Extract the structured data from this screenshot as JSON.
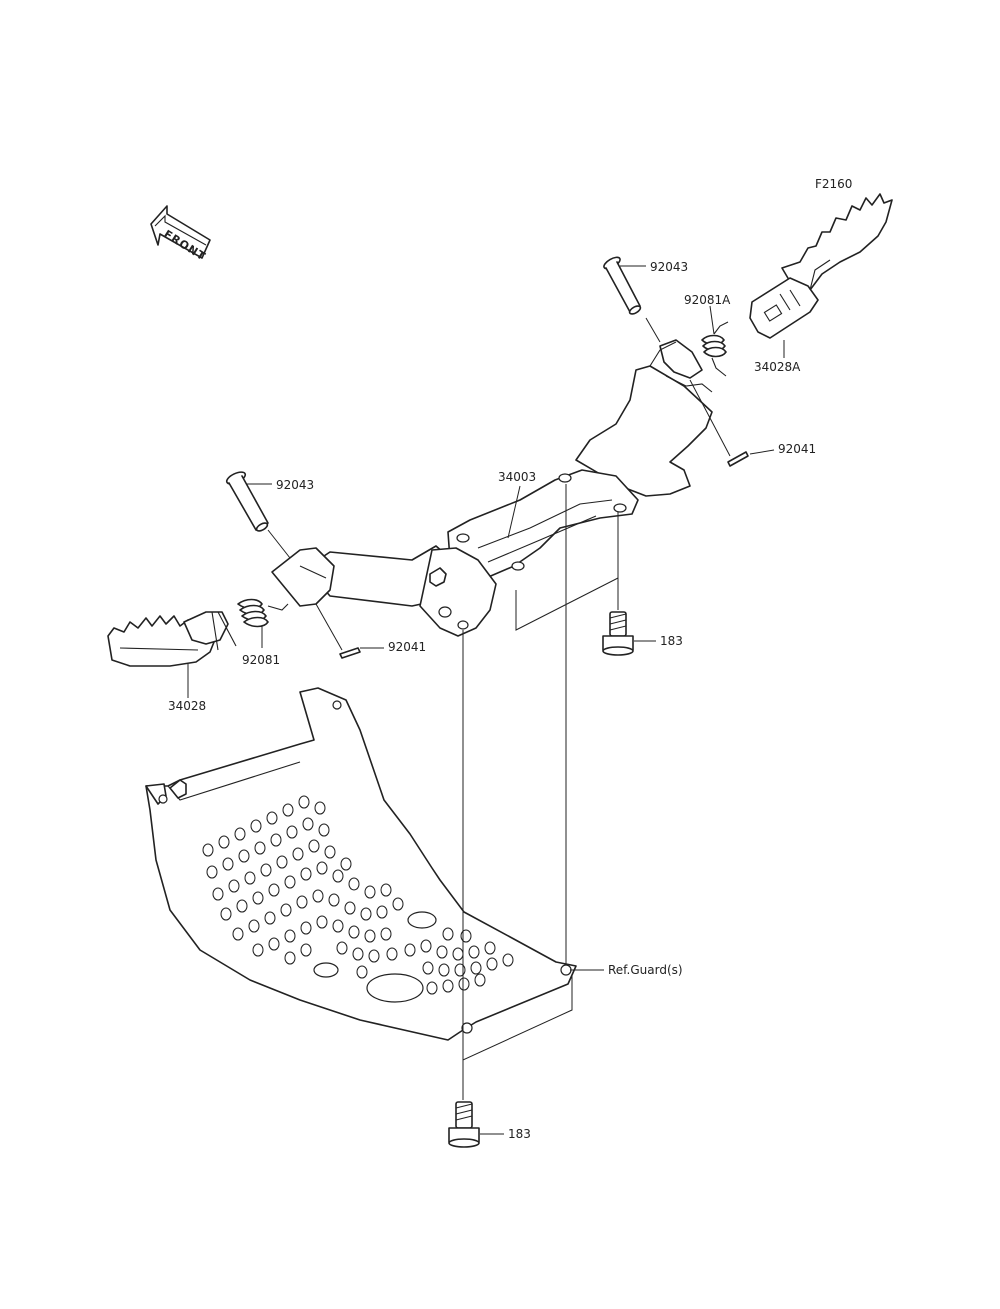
{
  "figure_code": "F2160",
  "front_label": "FRONT",
  "callouts": {
    "pin_right": "92043",
    "spring_right": "92081A",
    "footpeg_right": "34028A",
    "cotter_right": "92041",
    "bracket": "34003",
    "pin_left": "92043",
    "bolt_upper": "183",
    "spring_left": "92081",
    "cotter_left": "92041",
    "footpeg_left": "34028",
    "ref_guard": "Ref.Guard(s)",
    "bolt_lower": "183"
  },
  "colors": {
    "line": "#222222",
    "background": "#ffffff"
  }
}
